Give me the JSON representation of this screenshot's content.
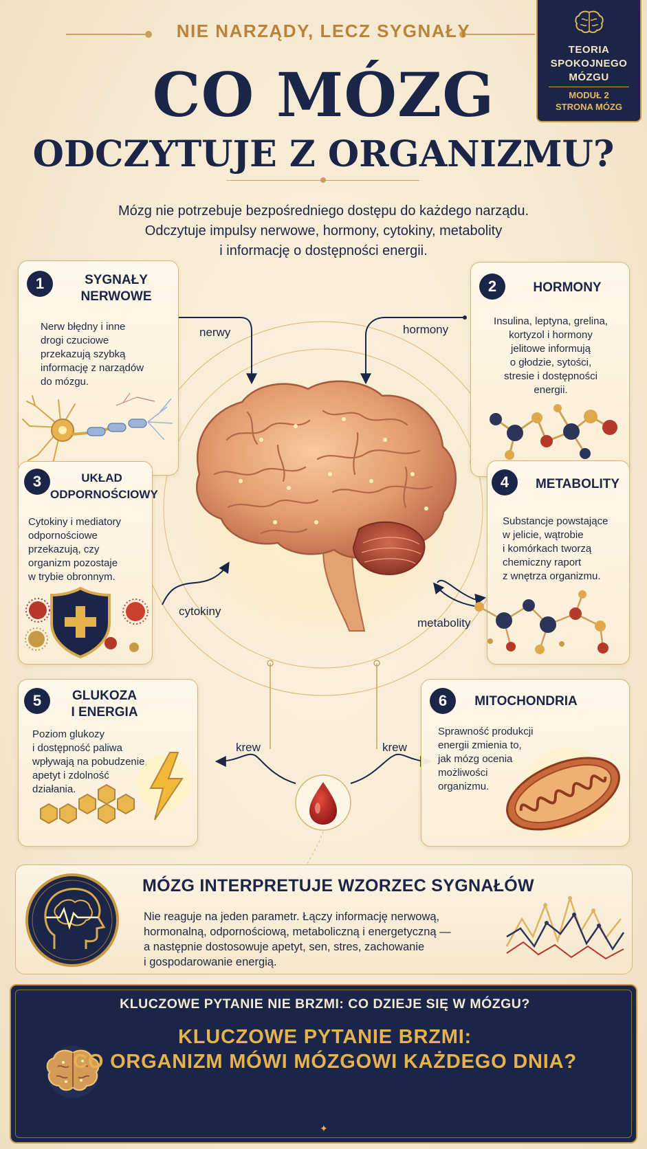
{
  "header": {
    "kicker": "NIE NARZĄDY, LECZ SYGNAŁY",
    "title_line1": "CO MÓZG",
    "title_line2": "ODCZYTUJE Z ORGANIZMU?",
    "intro_line1": "Mózg nie potrzebuje bezpośredniego dostępu do każdego narządu.",
    "intro_line2": "Odczytuje impulsy nerwowe, hormony, cytokiny, metabolity",
    "intro_line3": "i informację o dostępności energii."
  },
  "badge": {
    "line1": "TEORIA",
    "line2": "SPOKOJNEGO",
    "line3": "MÓZGU",
    "module": "MODUŁ 2",
    "page": "STRONA MÓZG",
    "icon": "brain-icon"
  },
  "cards": [
    {
      "number": "1",
      "title": [
        "SYGNAŁY",
        "NERWOWE"
      ],
      "text": [
        "Nerw błędny i inne",
        "drogi czuciowe",
        "przekazują szybką",
        "informację z narządów",
        "do mózgu."
      ],
      "icon": "neuron-icon"
    },
    {
      "number": "2",
      "title": [
        "HORMONY"
      ],
      "text": [
        "Insulina, leptyna, grelina,",
        "kortyzol i hormony",
        "jelitowe informują",
        "o głodzie, sytości,",
        "stresie i dostępności",
        "energii."
      ],
      "icon": "molecule-icon"
    },
    {
      "number": "3",
      "title": [
        "UKŁAD",
        "ODPORNOŚCIOWY"
      ],
      "text": [
        "Cytokiny i mediatory",
        "odpornościowe",
        "przekazują, czy",
        "organizm pozostaje",
        "w trybie obronnym."
      ],
      "icon": "shield-icon"
    },
    {
      "number": "4",
      "title": [
        "METABOLITY"
      ],
      "text": [
        "Substancje powstające",
        "w jelicie, wątrobie",
        "i komórkach tworzą",
        "chemiczny raport",
        "z wnętrza organizmu."
      ],
      "icon": "molecule-network-icon"
    },
    {
      "number": "5",
      "title": [
        "GLUKOZA",
        "I ENERGIA"
      ],
      "text": [
        "Poziom glukozy",
        "i dostępność paliwa",
        "wpływają na pobudzenie,",
        "apetyt i zdolność",
        "działania."
      ],
      "icon": "lightning-icon"
    },
    {
      "number": "6",
      "title": [
        "MITOCHONDRIA"
      ],
      "text": [
        "Sprawność produkcji",
        "energii zmienia to,",
        "jak mózg ocenia",
        "możliwości",
        "organizmu."
      ],
      "icon": "mitochondrion-icon"
    }
  ],
  "flows": {
    "nerves": "nerwy",
    "hormones": "hormony",
    "cytokines": "cytokiny",
    "metabolites": "metabolity",
    "blood_left": "krew",
    "blood_right": "krew"
  },
  "panel": {
    "title": "MÓZG INTERPRETUJE WZORZEC SYGNAŁÓW",
    "text": [
      "Nie reaguje na jeden parametr. Łączy informację nerwową,",
      "hormonalną, odpornościową, metaboliczną i energetyczną —",
      "a następnie dostosowuje apetyt, sen, stres, zachowanie",
      "i gospodarowanie energią."
    ]
  },
  "banner": {
    "line1": "KLUCZOWE PYTANIE NIE BRZMI: CO DZIEJE SIĘ W MÓZGU?",
    "line2": "KLUCZOWE PYTANIE BRZMI:",
    "line3": "CO ORGANIZM MÓWI MÓZGOWI KAŻDEGO DNIA?"
  },
  "colors": {
    "navy": "#1b2547",
    "gold": "#c99a45",
    "accent_gold": "#e6b24e",
    "background": "#f6ead3"
  }
}
